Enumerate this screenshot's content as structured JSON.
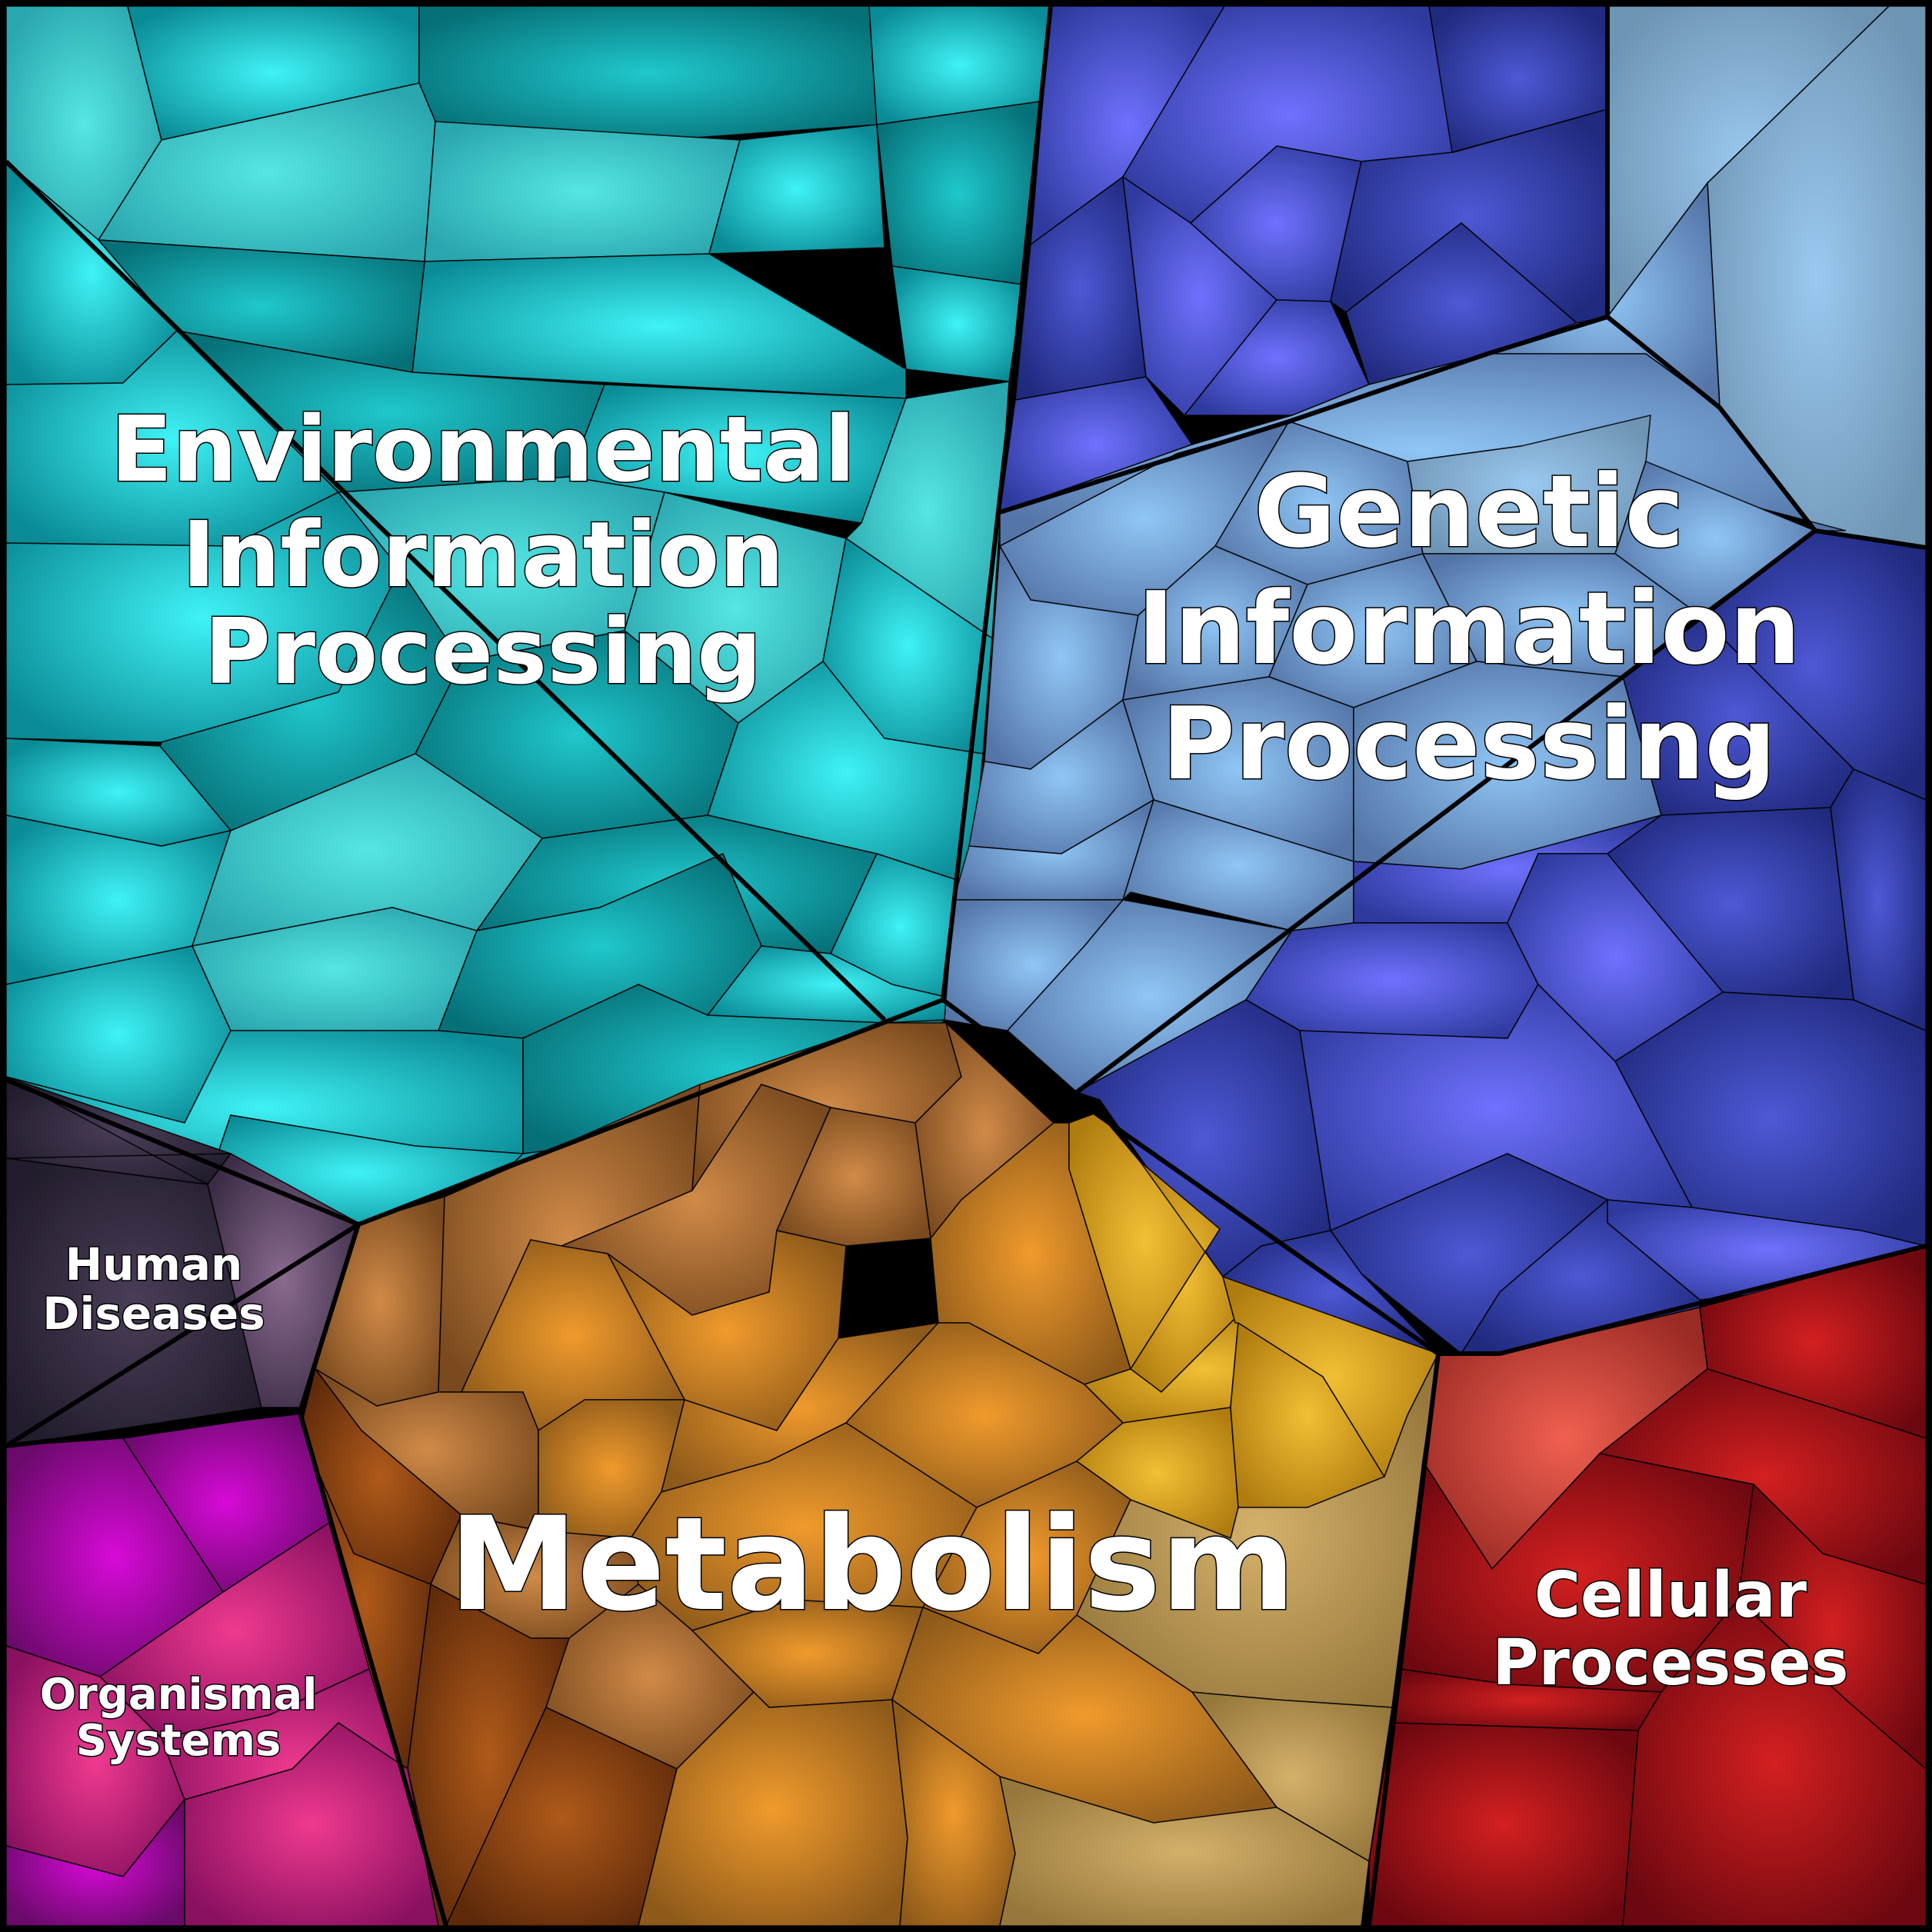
{
  "regions": [
    {
      "id": "environmental-information-processing",
      "label_lines": [
        "Environmental",
        "Information",
        "Processing"
      ],
      "color": "#1bb5c0"
    },
    {
      "id": "genetic-information-processing",
      "label_lines": [
        "Genetic",
        "Information",
        "Processing"
      ],
      "color": "#4a62c8"
    },
    {
      "id": "metabolism",
      "label_lines": [
        "Metabolism"
      ],
      "color": "#c8862c"
    },
    {
      "id": "cellular-processes",
      "label_lines": [
        "Cellular",
        "Processes"
      ],
      "color": "#b01a1e"
    },
    {
      "id": "human-diseases",
      "label_lines": [
        "Human",
        "Diseases"
      ],
      "color": "#3d3550"
    },
    {
      "id": "organismal-systems",
      "label_lines": [
        "Organismal",
        "Systems"
      ],
      "color": "#b8147e"
    }
  ]
}
